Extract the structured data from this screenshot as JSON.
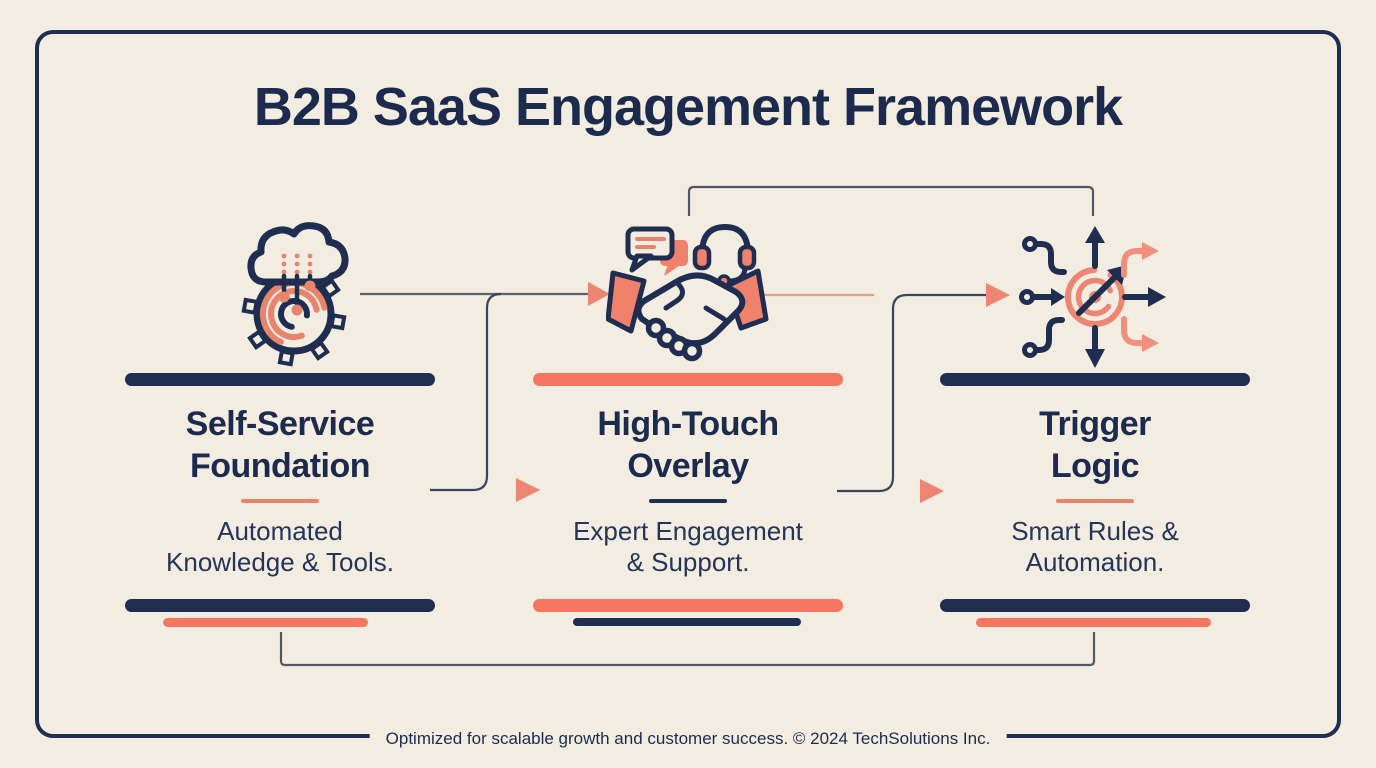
{
  "title": "B2B SaaS Engagement Framework",
  "palette": {
    "background": "#f2ede0",
    "frame_navy": "#1e2d50",
    "coral": "#f4765e",
    "coral_soft": "#e8846c",
    "salmon_line": "#e79a87",
    "thin_line": "#4f5868",
    "text_navy": "#1c2a4e"
  },
  "columns": [
    {
      "id": "self-service-foundation",
      "icon": "cloud-gear-icon",
      "title": "Self-Service\nFoundation",
      "subtitle": "Automated\nKnowledge & Tools.",
      "top_bar_color": "navy",
      "divider_color": "coral",
      "bottom_bar_color": "navy",
      "accent_bar_color": "coral"
    },
    {
      "id": "high-touch-overlay",
      "icon": "handshake-support-icon",
      "title": "High-Touch\nOverlay",
      "subtitle": "Expert Engagement\n& Support.",
      "top_bar_color": "coral",
      "divider_color": "navy",
      "bottom_bar_color": "coral",
      "accent_bar_color": "navy"
    },
    {
      "id": "trigger-logic",
      "icon": "trigger-routing-icon",
      "title": "Trigger\nLogic",
      "subtitle": "Smart Rules &\nAutomation.",
      "top_bar_color": "navy",
      "divider_color": "coral",
      "bottom_bar_color": "navy",
      "accent_bar_color": "coral"
    }
  ],
  "footer": {
    "text": "Optimized for scalable growth and customer success. © 2024 TechSolutions Inc."
  }
}
